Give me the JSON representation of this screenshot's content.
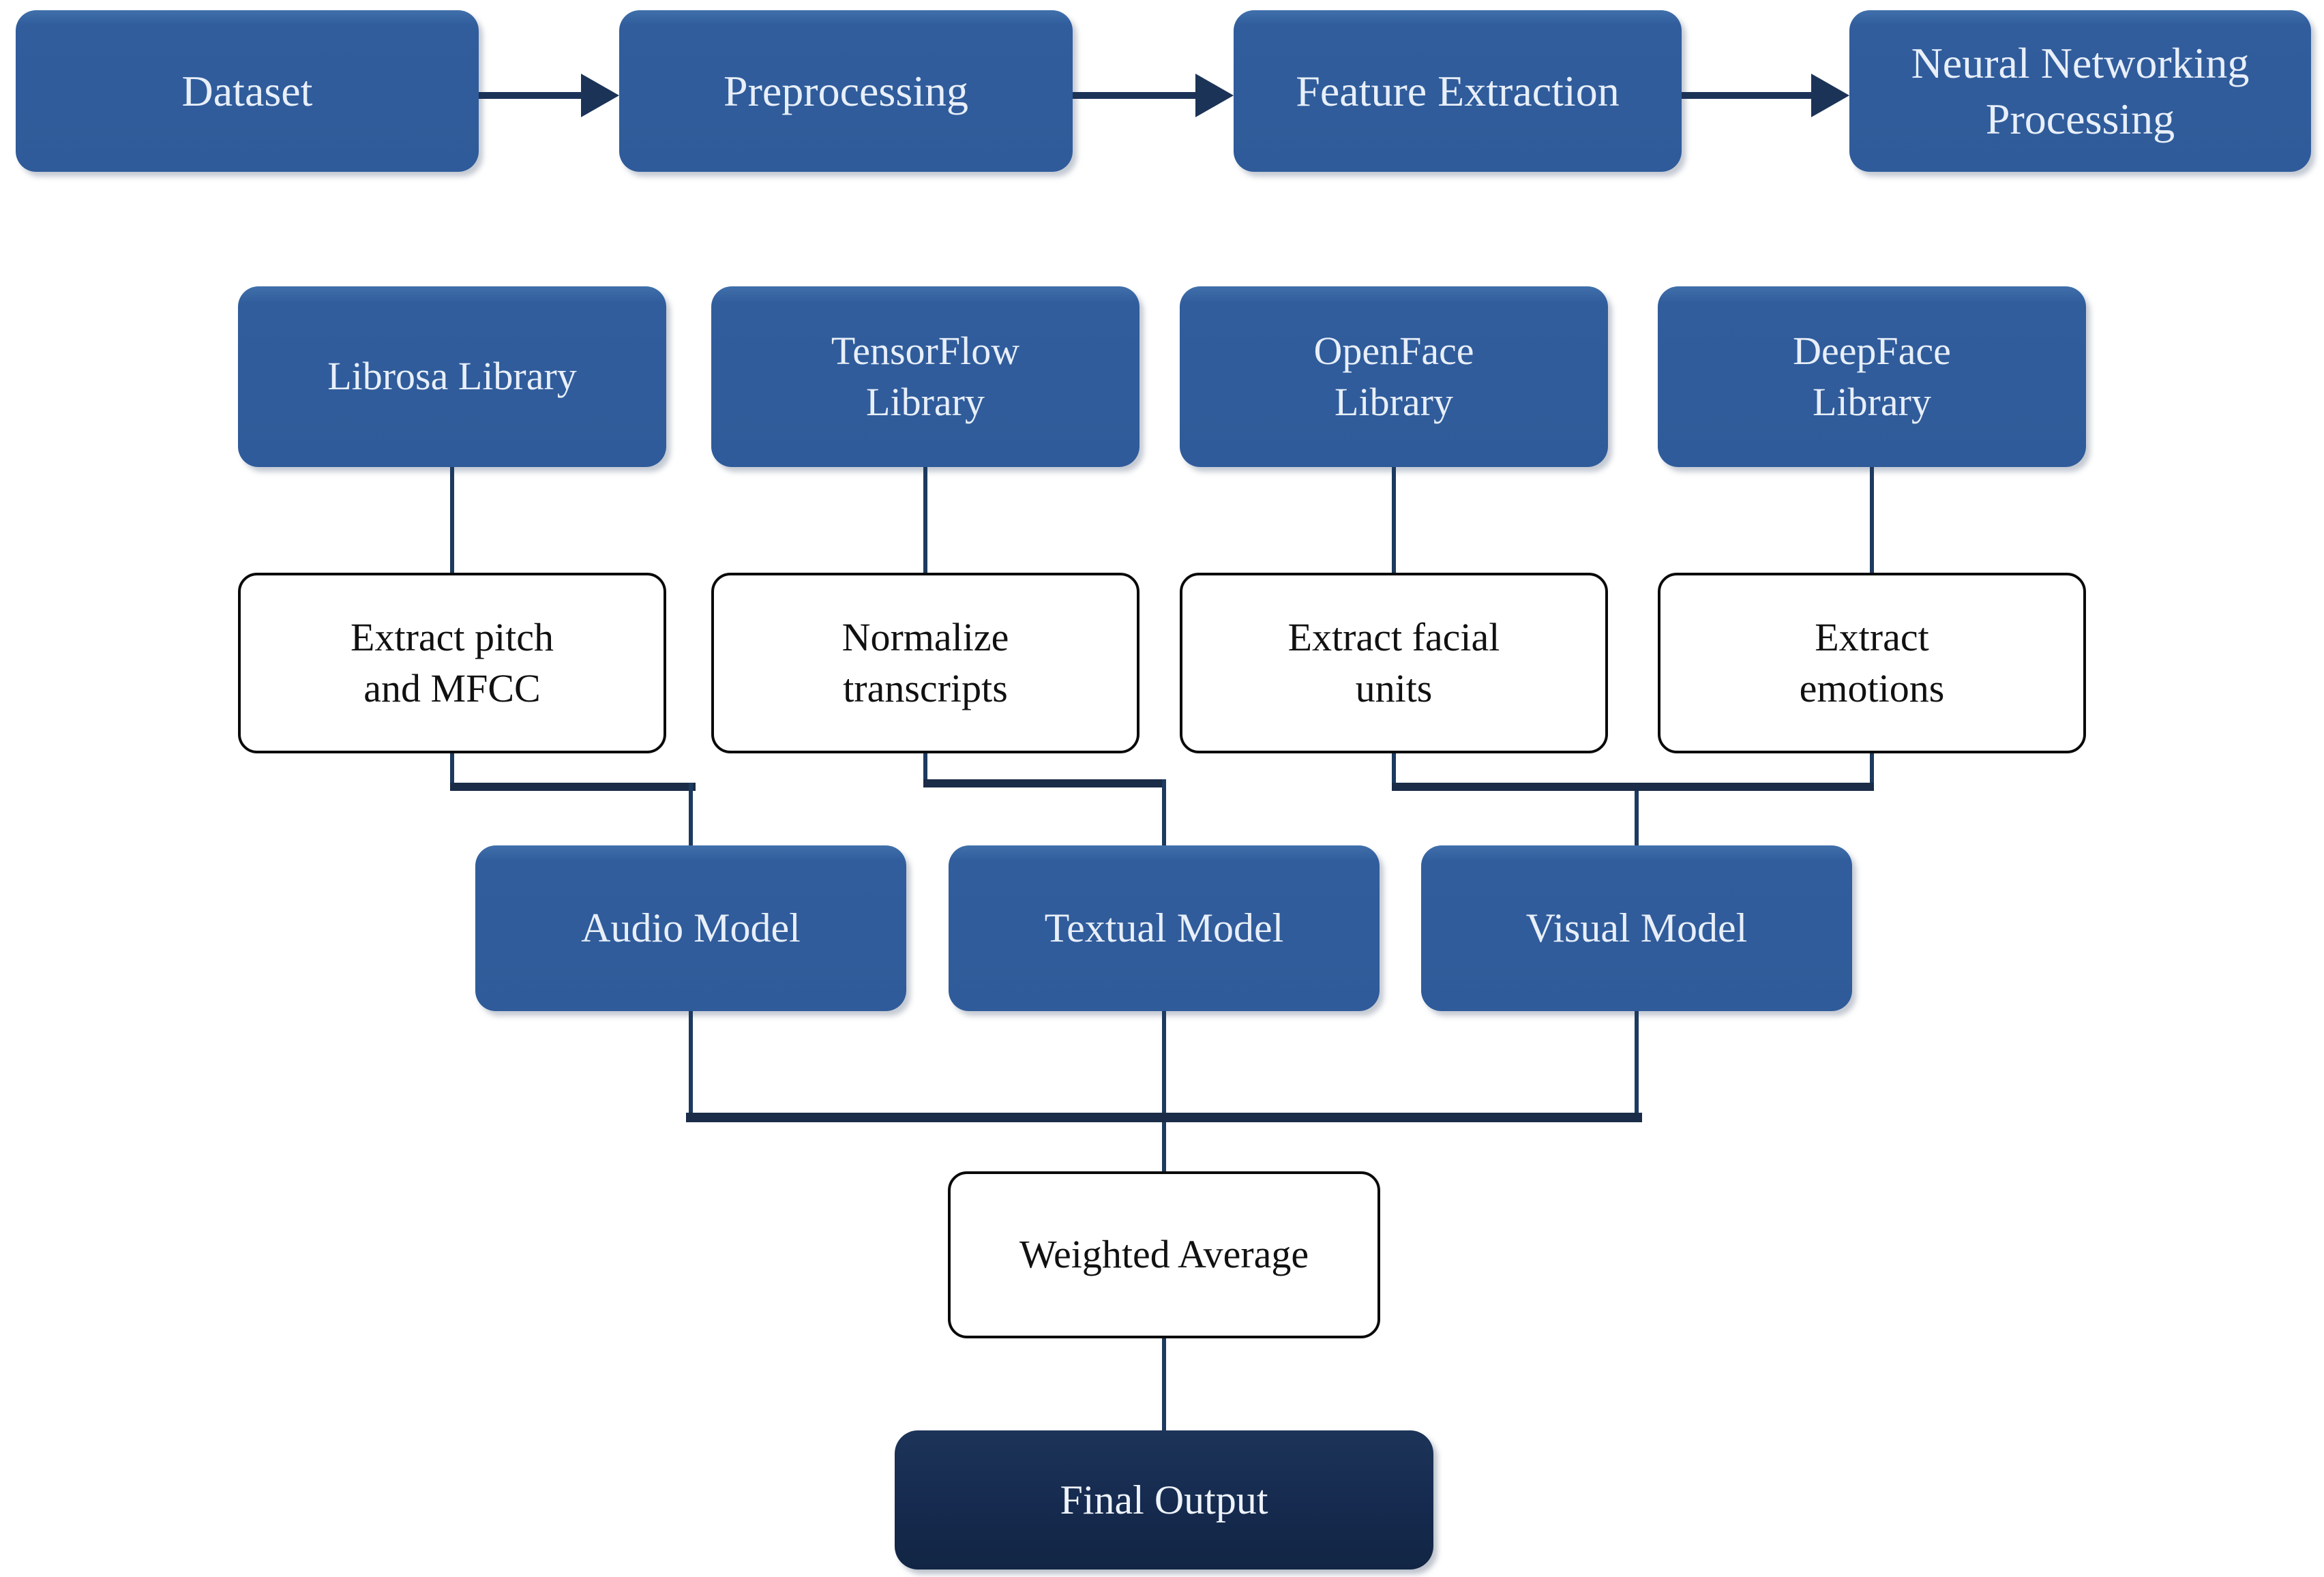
{
  "colors": {
    "node_blue": "#2f5b9a",
    "node_blue_highlight": "#4070ab",
    "node_dark_navy": "#152a4e",
    "white_node_border": "#0a0a0a",
    "connector_line": "#1d3a5f",
    "connector_bar": "#1a2c47",
    "arrow": "#1b3357",
    "node_text_light": "#e8eff9",
    "node_text_dark": "#111111",
    "background": "#ffffff"
  },
  "top_flow": {
    "nodes": [
      {
        "label": "Dataset"
      },
      {
        "label": "Preprocessing"
      },
      {
        "label": "Feature Extraction"
      },
      {
        "label": "Neural Networking\nProcessing"
      }
    ]
  },
  "libraries": {
    "nodes": [
      {
        "label": "Librosa Library"
      },
      {
        "label": "TensorFlow\nLibrary"
      },
      {
        "label": "OpenFace\nLibrary"
      },
      {
        "label": "DeepFace\nLibrary"
      }
    ]
  },
  "operations": {
    "nodes": [
      {
        "label": "Extract pitch\nand MFCC"
      },
      {
        "label": "Normalize\ntranscripts"
      },
      {
        "label": "Extract facial\nunits"
      },
      {
        "label": "Extract\nemotions"
      }
    ]
  },
  "models": {
    "nodes": [
      {
        "label": "Audio Model"
      },
      {
        "label": "Textual Model"
      },
      {
        "label": "Visual Model"
      }
    ]
  },
  "fusion": {
    "label": "Weighted Average"
  },
  "final_output": {
    "label": "Final Output"
  }
}
